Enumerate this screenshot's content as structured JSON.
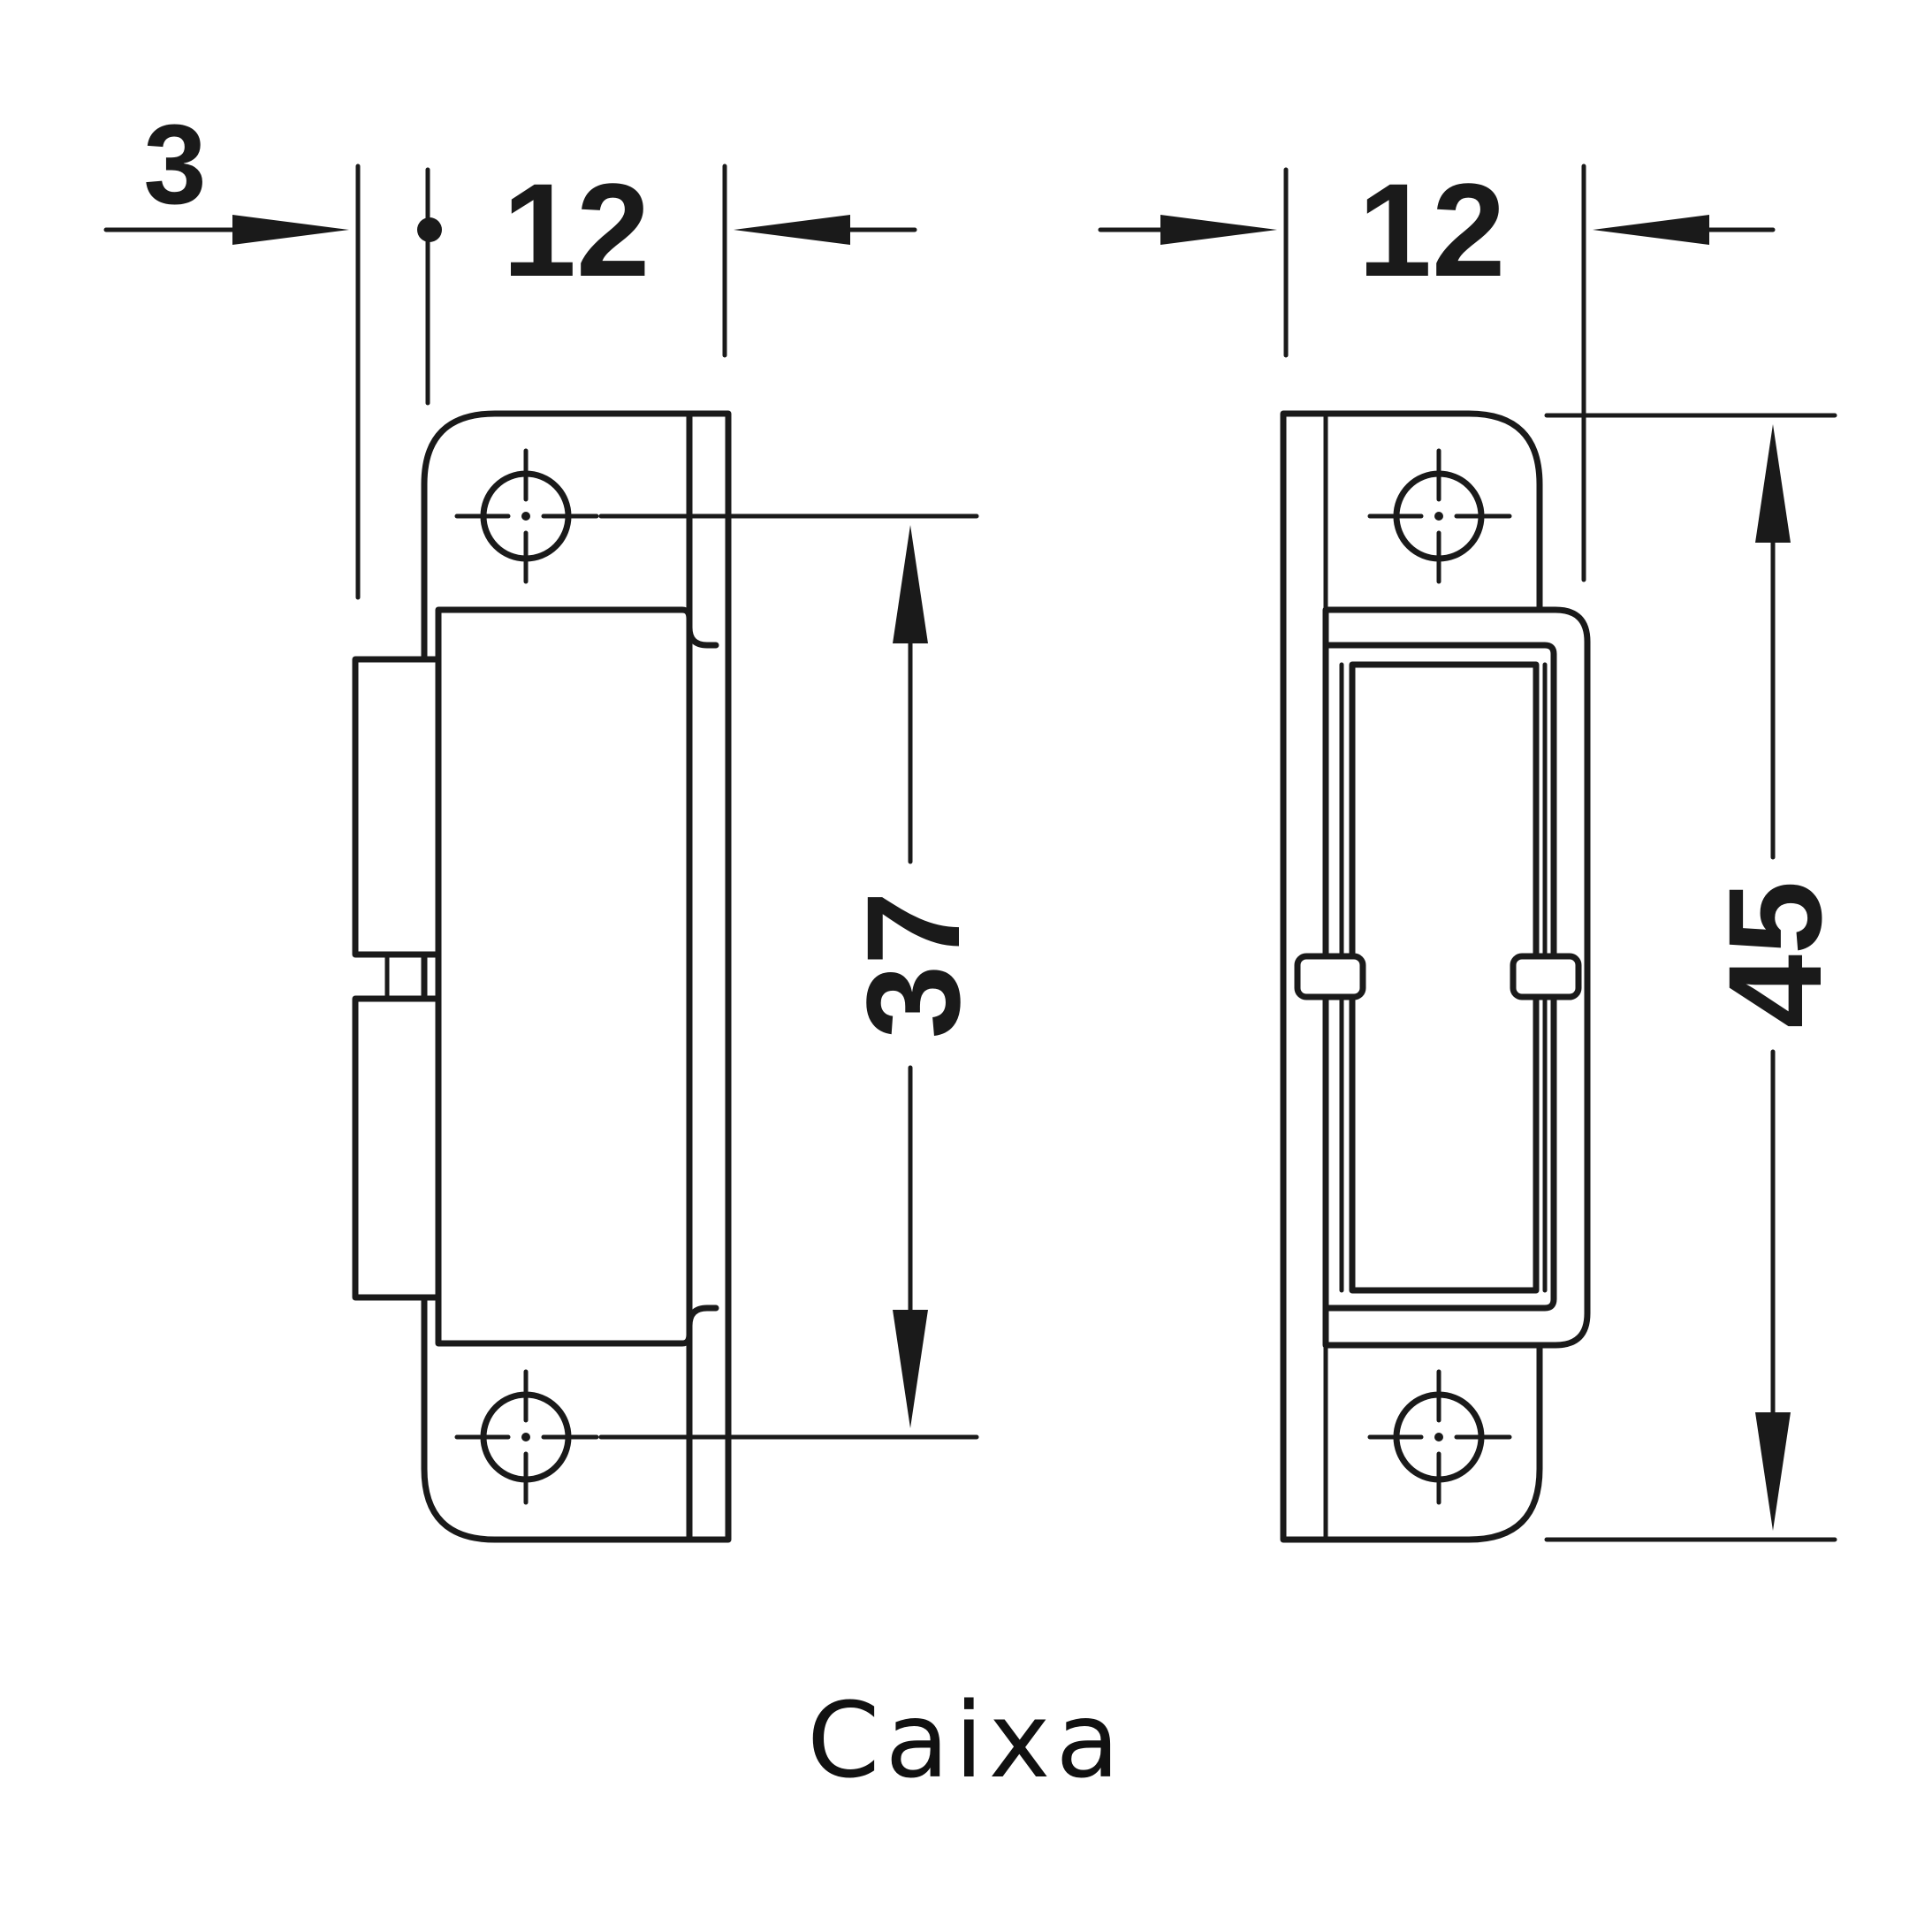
{
  "caption": "Caixa",
  "dimensions": {
    "left_offset": "3",
    "left_width": "12",
    "left_height": "37",
    "right_width": "12",
    "right_height": "45"
  },
  "colors": {
    "line": "#1a1a1a",
    "background": "#ffffff"
  }
}
